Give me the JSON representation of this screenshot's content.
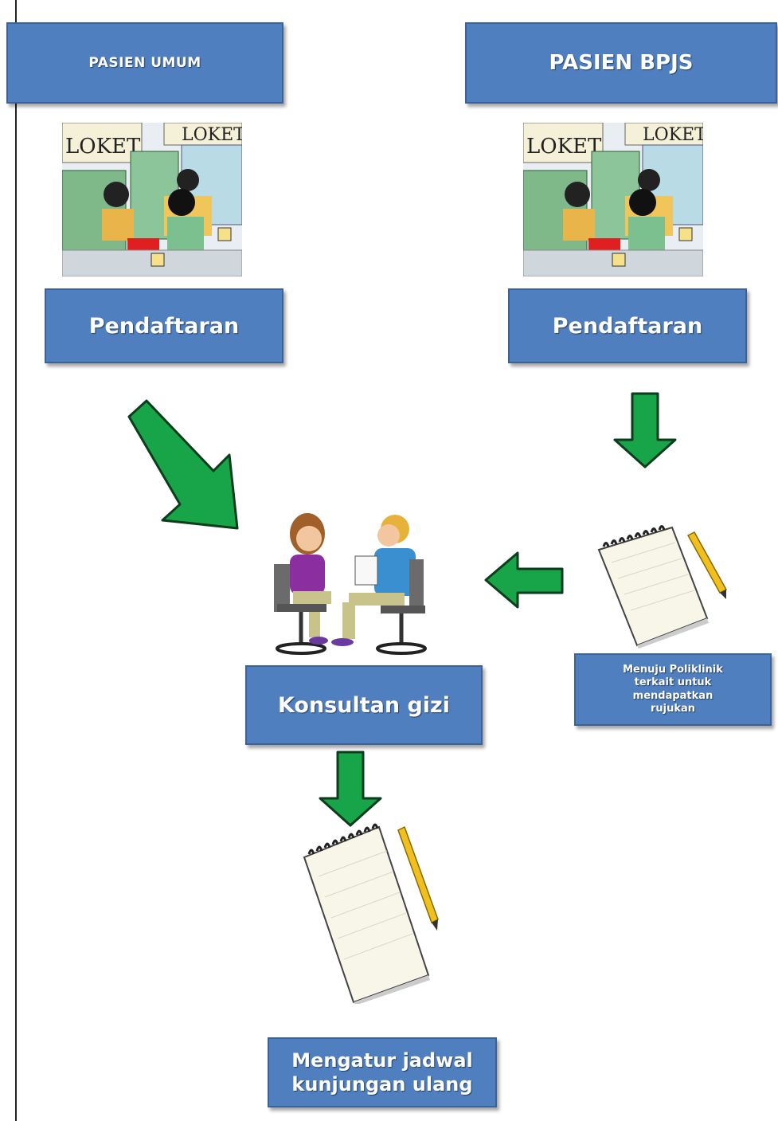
{
  "boxes": {
    "pasien_umum": "PASIEN UMUM",
    "pasien_bpjs": "PASIEN  BPJS",
    "pendaftaran_left": "Pendaftaran",
    "pendaftaran_right": "Pendaftaran",
    "konsultan_gizi": "Konsultan gizi",
    "menuju_poliklinik": "Menuju Poliklinik\nterkait untuk\nmendapatkan\nrujukan",
    "mengatur_jadwal": "Mengatur jadwal\nkunjungan ulang"
  },
  "loket_label": "LOKET",
  "colors": {
    "box": "#4f7fbf",
    "arrow": "#18a54a",
    "arrow_outline": "#0a3d1c"
  },
  "icons": [
    "counter-illustration",
    "consultation-illustration",
    "notepad-icon",
    "down-arrow-icon",
    "left-arrow-icon",
    "diagonal-arrow-icon"
  ]
}
